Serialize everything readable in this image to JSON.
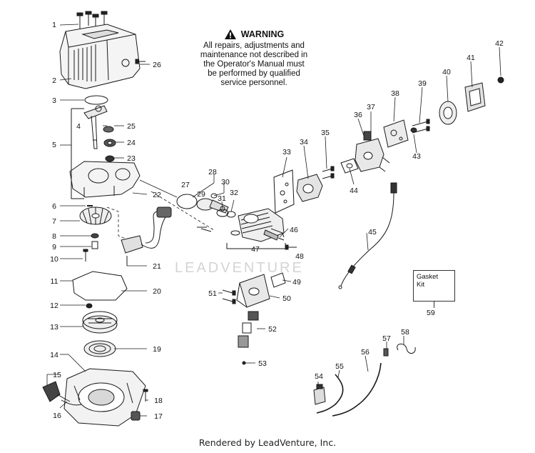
{
  "warning": {
    "title": "WARNING",
    "text": "All repairs, adjustments and maintenance not described in the Operator's Manual must be performed by qualified service personnel."
  },
  "gasket_kit": {
    "label": "Gasket Kit",
    "number": "59"
  },
  "watermark": "LEADVENTURE",
  "footer": "Rendered by LeadVenture, Inc.",
  "parts": [
    "1",
    "2",
    "3",
    "4",
    "5",
    "6",
    "7",
    "8",
    "9",
    "10",
    "11",
    "12",
    "13",
    "14",
    "15",
    "16",
    "17",
    "18",
    "19",
    "20",
    "21",
    "22",
    "23",
    "24",
    "25",
    "26",
    "27",
    "28",
    "29",
    "30",
    "31",
    "32",
    "33",
    "34",
    "35",
    "36",
    "37",
    "38",
    "39",
    "40",
    "41",
    "42",
    "43",
    "44",
    "45",
    "46",
    "47",
    "48",
    "49",
    "50",
    "51",
    "52",
    "53",
    "54",
    "55",
    "56",
    "57",
    "58"
  ]
}
